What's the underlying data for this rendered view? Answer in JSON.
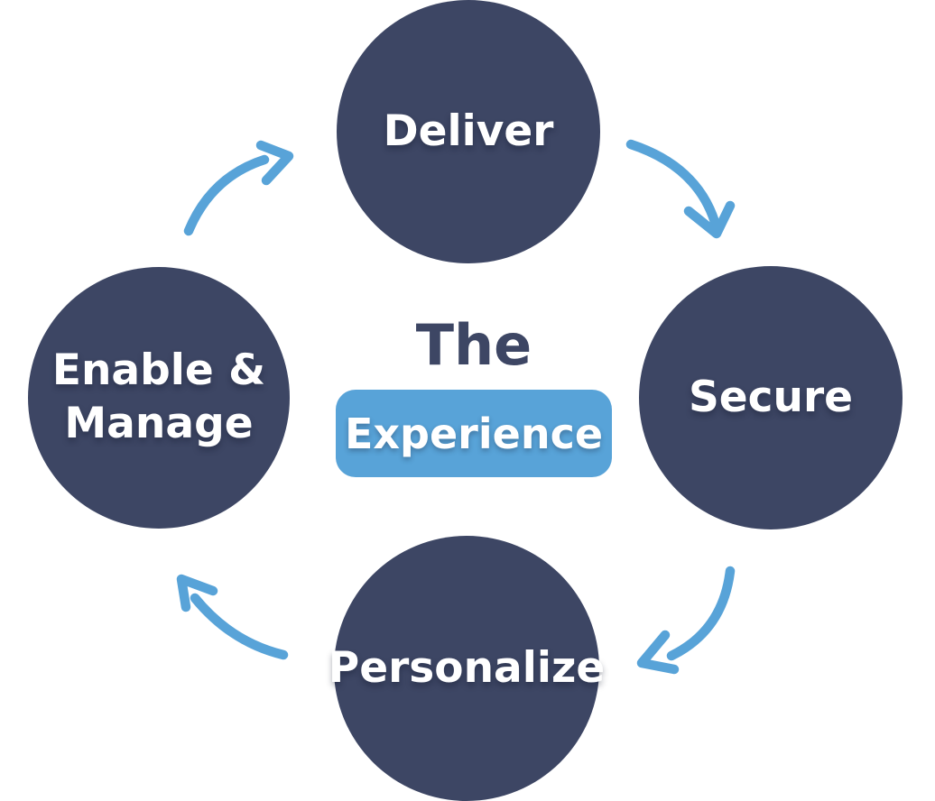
{
  "diagram": {
    "center": {
      "prefix": "The",
      "label": "Experience"
    },
    "nodes": [
      {
        "id": "deliver",
        "label": "Deliver"
      },
      {
        "id": "secure",
        "label": "Secure"
      },
      {
        "id": "personalize",
        "label": "Personalize"
      },
      {
        "id": "enable_manage",
        "label": "Enable & Manage"
      }
    ],
    "arrows": [
      {
        "from": "deliver",
        "to": "secure"
      },
      {
        "from": "secure",
        "to": "personalize"
      },
      {
        "from": "personalize",
        "to": "enable_manage"
      },
      {
        "from": "enable_manage",
        "to": "deliver"
      }
    ],
    "colors": {
      "node_fill": "#3D4664",
      "accent": "#58A3D8",
      "node_text": "#FFFFFF",
      "title_text": "#3D4664",
      "background": "#FFFFFF"
    }
  }
}
